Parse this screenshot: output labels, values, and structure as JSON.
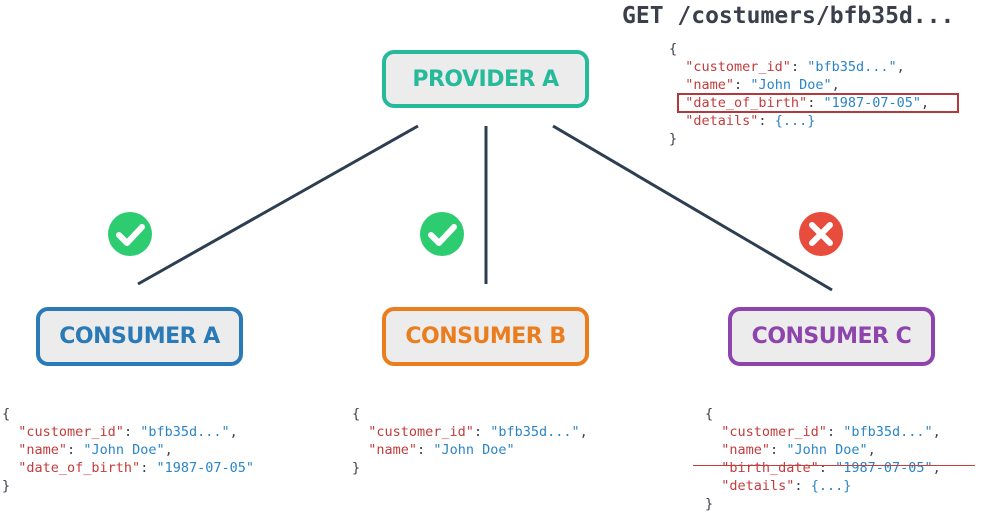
{
  "endpoint": "GET /costumers/bfb35d...",
  "nodes": {
    "provider": {
      "label": "PROVIDER A",
      "color": "#26b99a"
    },
    "consumer_a": {
      "label": "CONSUMER A",
      "color": "#2a7ab8"
    },
    "consumer_b": {
      "label": "CONSUMER B",
      "color": "#ea7d1e"
    },
    "consumer_c": {
      "label": "CONSUMER C",
      "color": "#8e44ad"
    }
  },
  "status": {
    "consumer_a": "ok",
    "consumer_b": "ok",
    "consumer_c": "error"
  },
  "status_colors": {
    "ok": "#2ecc71",
    "error": "#e74c3c"
  },
  "json_colors": {
    "key": "#c43c3c",
    "string": "#2a85c8",
    "punct": "#3a3f4a"
  },
  "provider_response": {
    "open": "{",
    "lines": [
      {
        "key": "\"customer_id\"",
        "sep": ": ",
        "val": "\"bfb35d...\"",
        "end": ","
      },
      {
        "key": "\"name\"",
        "sep": ": ",
        "val": "\"John Doe\"",
        "end": ","
      },
      {
        "key": "\"date_of_birth\"",
        "sep": ": ",
        "val": "\"1987-07-05\"",
        "end": ","
      },
      {
        "key": "\"details\"",
        "sep": ": ",
        "val": "{...}",
        "end": ""
      }
    ],
    "close": "}"
  },
  "consumer_a_expects": {
    "open": "{",
    "lines": [
      {
        "key": "\"customer_id\"",
        "sep": ": ",
        "val": "\"bfb35d...\"",
        "end": ","
      },
      {
        "key": "\"name\"",
        "sep": ": ",
        "val": "\"John Doe\"",
        "end": ","
      },
      {
        "key": "\"date_of_birth\"",
        "sep": ": ",
        "val": "\"1987-07-05\"",
        "end": ""
      }
    ],
    "close": "}"
  },
  "consumer_b_expects": {
    "open": "{",
    "lines": [
      {
        "key": "\"customer_id\"",
        "sep": ": ",
        "val": "\"bfb35d...\"",
        "end": ","
      },
      {
        "key": "\"name\"",
        "sep": ": ",
        "val": "\"John Doe\"",
        "end": ""
      }
    ],
    "close": "}"
  },
  "consumer_c_expects": {
    "open": "{",
    "lines": [
      {
        "key": "\"customer_id\"",
        "sep": ": ",
        "val": "\"bfb35d...\"",
        "end": ","
      },
      {
        "key": "\"name\"",
        "sep": ": ",
        "val": "\"John Doe\"",
        "end": ","
      },
      {
        "key": "\"birth_date\"",
        "sep": ": ",
        "val": "\"1987-07-05\"",
        "end": ","
      },
      {
        "key": "\"details\"",
        "sep": ": ",
        "val": "{...}",
        "end": ""
      }
    ],
    "close": "}"
  }
}
